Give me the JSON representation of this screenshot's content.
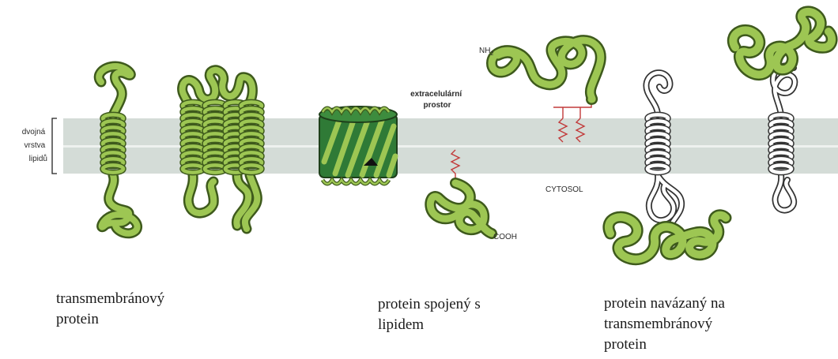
{
  "labels": {
    "bilayer": [
      "dvojná",
      "vrstva",
      "lipidů"
    ],
    "extracellular": [
      "extracelulární",
      "prostor"
    ],
    "nh2_main": "NH",
    "nh2_sub": "2",
    "cooh": "COOH",
    "cytosol": "CYTOSOL"
  },
  "captions": [
    {
      "lines": [
        "transmembránový",
        "protein"
      ]
    },
    {
      "lines": [
        "protein spojený s",
        "lipidem"
      ]
    },
    {
      "lines": [
        "protein navázaný na",
        "transmembránový",
        "protein"
      ]
    }
  ],
  "colors": {
    "membrane": "#d4dcd7",
    "membrane_mid": "#eef1ef",
    "protein_fill": "#9dc653",
    "protein_outline": "#3e5a1c",
    "barrel": "#2f7a36",
    "lipid_anchor": "#c23a3a"
  }
}
